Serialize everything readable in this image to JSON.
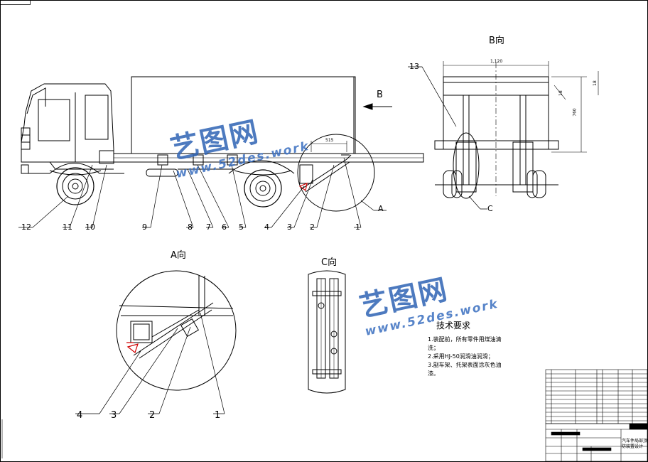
{
  "views": {
    "b_view": "B向",
    "a_view": "A向",
    "c_view": "C向",
    "b_arrow_letter": "B",
    "a_circle_letter": "A",
    "c_circle_letter": "C"
  },
  "main_view_callouts": [
    "12",
    "11",
    "10",
    "9",
    "8",
    "7",
    "6",
    "5",
    "4",
    "3",
    "2",
    "1"
  ],
  "b_view_callout": "13",
  "a_view_callouts": [
    "4",
    "3",
    "2",
    "1"
  ],
  "dimensions": {
    "main_offset": "515",
    "b_width": "1,120",
    "b_height": "760",
    "b_small_1": "18",
    "b_small_2": "18"
  },
  "technical_requirements": {
    "title": "技术要求",
    "items": [
      "1.装配前，所有零件用煤油清洗；",
      "2.采用HJ-50润滑油润滑；",
      "3.副车架、托架表面涂灰色油漆。"
    ]
  },
  "title_block": {
    "drawing_name": "汽车件局部顶防装置设计"
  },
  "watermark": {
    "brand": "艺图网",
    "site": "www.52des.work"
  },
  "colors": {
    "line": "#000000",
    "hydraulic_red": "#d00000",
    "watermark_blue": "#2f63b5"
  }
}
